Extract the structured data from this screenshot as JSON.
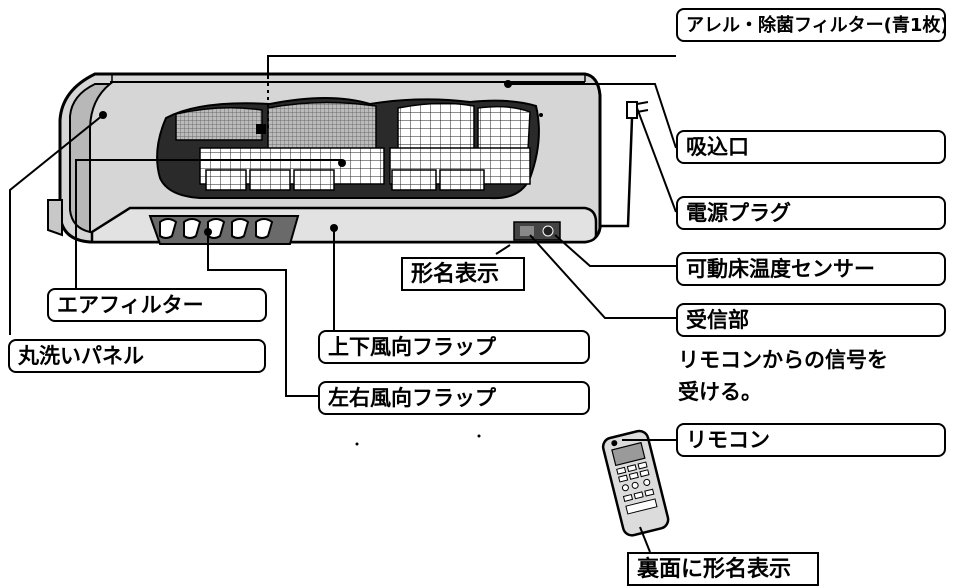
{
  "labels": {
    "allergy_filter": "アレル・除菌フィルター(青1枚)",
    "intake": "吸込口",
    "power_plug": "電源プラグ",
    "floor_sensor": "可動床温度センサー",
    "model_display": "形名表示",
    "receiver": "受信部",
    "receiver_note_1": "リモコンからの信号を",
    "receiver_note_2": "受ける。",
    "air_filter": "エアフィルター",
    "washable_panel": "丸洗いパネル",
    "vertical_flap": "上下風向フラップ",
    "horizontal_flap": "左右風向フラップ",
    "remote": "リモコン",
    "remote_back_model": "裏面に形名表示"
  }
}
